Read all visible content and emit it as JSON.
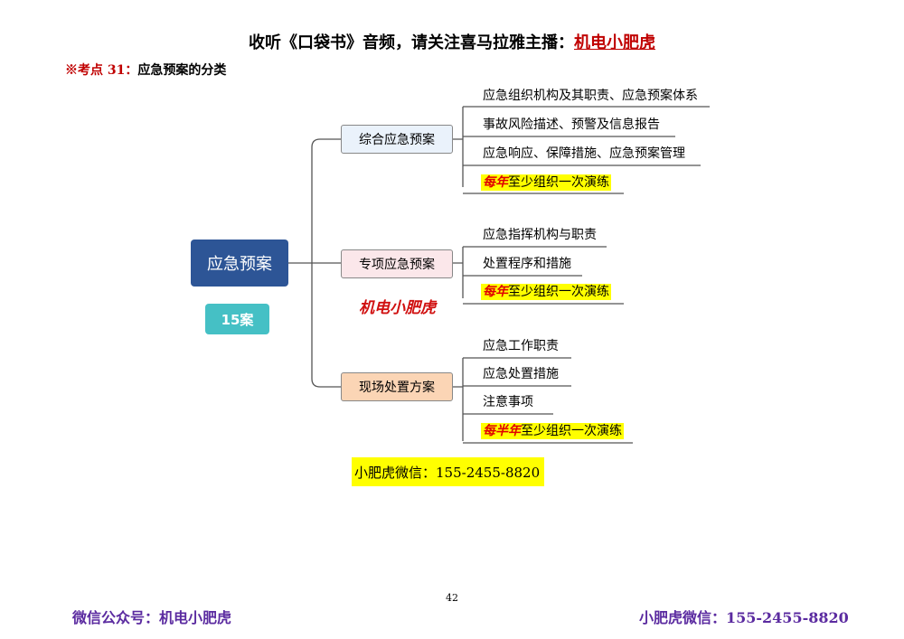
{
  "header": {
    "text": "收听《口袋书》音频，请关注喜马拉雅主播：",
    "highlight": "机电小肥虎"
  },
  "section": {
    "mark": "※考点 31：",
    "title": "应急预案的分类"
  },
  "root": {
    "label": "应急预案",
    "badge": "15案"
  },
  "branches": [
    {
      "label": "综合应急预案",
      "items": [
        {
          "text": "应急组织机构及其职责、应急预案体系"
        },
        {
          "text": "事故风险描述、预警及信息报告"
        },
        {
          "text": "应急响应、保障措施、应急预案管理"
        },
        {
          "emphasis": "每年",
          "text": "至少组织一次演练"
        }
      ]
    },
    {
      "label": "专项应急预案",
      "items": [
        {
          "text": "应急指挥机构与职责"
        },
        {
          "text": "处置程序和措施"
        },
        {
          "emphasis": "每年",
          "text": "至少组织一次演练"
        }
      ]
    },
    {
      "label": "现场处置方案",
      "items": [
        {
          "text": "应急工作职责"
        },
        {
          "text": "应急处置措施"
        },
        {
          "text": "注意事项"
        },
        {
          "emphasis": "每半年",
          "text": "至少组织一次演练"
        }
      ]
    }
  ],
  "watermark": "机电小肥虎",
  "wechat_box": "小肥虎微信：155-2455-8820",
  "page_number": "42",
  "footer": {
    "left": "微信公众号：机电小肥虎",
    "right": "小肥虎微信：155-2455-8820"
  },
  "colors": {
    "root": "#2d5596",
    "badge": "#45c0c5",
    "accent_red": "#c00000",
    "highlight": "#ffff00",
    "footer": "#5b2ba0"
  }
}
